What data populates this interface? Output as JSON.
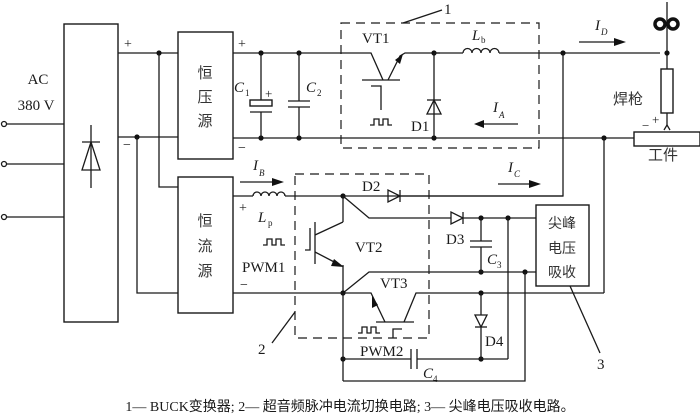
{
  "diagram": {
    "input": {
      "label_line1": "AC",
      "label_line2": "380 V"
    },
    "blocks": {
      "cv_source": "恒压源",
      "cc_source": "恒流源",
      "spike_absorber": [
        "尖峰",
        "电压",
        "吸收"
      ]
    },
    "components": {
      "c1": "C",
      "c1_sub": "1",
      "c2": "C",
      "c2_sub": "2",
      "c3": "C",
      "c3_sub": "3",
      "c4": "C",
      "c4_sub": "4",
      "vt1": "VT1",
      "vt2": "VT2",
      "vt3": "VT3",
      "d1": "D1",
      "d2": "D2",
      "d3": "D3",
      "d4": "D4",
      "lb": "L",
      "lb_sub": "b",
      "lp": "L",
      "lp_sub": "p",
      "pwm1": "PWM1",
      "pwm2": "PWM2"
    },
    "currents": {
      "id": "I",
      "id_sub": "D",
      "ia": "I",
      "ia_sub": "A",
      "ib": "I",
      "ib_sub": "B",
      "ic": "I",
      "ic_sub": "C"
    },
    "polarity": {
      "plus": "+",
      "minus": "−"
    },
    "load": {
      "torch": "焊枪",
      "workpiece": "工件"
    },
    "callouts": {
      "one": "1",
      "two": "2",
      "three": "3"
    }
  },
  "caption": "1— BUCK变换器; 2— 超音频脉冲电流切换电路; 3— 尖峰电压吸收电路。"
}
